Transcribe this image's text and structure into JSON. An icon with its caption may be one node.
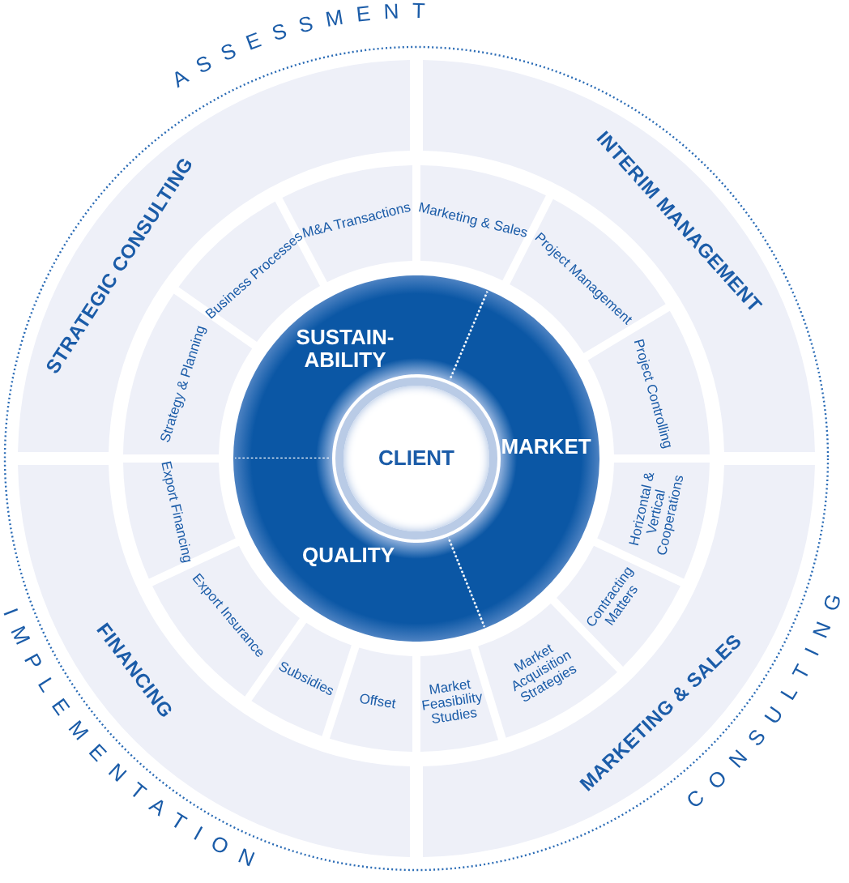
{
  "diagram": {
    "nodes": [
      {
        "text": [
          "STRATEGIC CONSULTING"
        ]
      },
      {
        "text": [
          "INTERIM MANAGEMENT"
        ]
      },
      {
        "text": [
          "MARKETING & SALES"
        ]
      },
      {
        "text": [
          "FINANCING"
        ]
      },
      {
        "text": [
          "Strategy & Planning"
        ]
      },
      {
        "text": [
          "Business Processes"
        ]
      },
      {
        "text": [
          "M&A Transactions"
        ]
      },
      {
        "text": [
          "Marketing & Sales"
        ]
      },
      {
        "text": [
          "Project Management"
        ]
      },
      {
        "text": [
          "Project Controlling"
        ]
      },
      {
        "text": [
          "Horizontal & Vertical Cooperations"
        ]
      },
      {
        "text": [
          "Contracting Matters"
        ]
      },
      {
        "text": [
          "Market Acquisition Strategies"
        ]
      },
      {
        "text": [
          "Market Feasibility Studies"
        ]
      },
      {
        "text": [
          "Offset"
        ]
      },
      {
        "text": [
          "Subsidies"
        ]
      },
      {
        "text": [
          "Export Insurance"
        ]
      },
      {
        "text": [
          "Export Financing"
        ]
      },
      {
        "text": [
          "SUSTAIN- ABILITY"
        ]
      },
      {
        "text": [
          "MARKET"
        ]
      },
      {
        "text": [
          "QUALITY"
        ]
      },
      {
        "text": [
          "CLIENT"
        ]
      }
    ],
    "labels": [
      "ASSESSMENT",
      "CONSULTING",
      "IMPLEMENTATION"
    ]
  }
}
